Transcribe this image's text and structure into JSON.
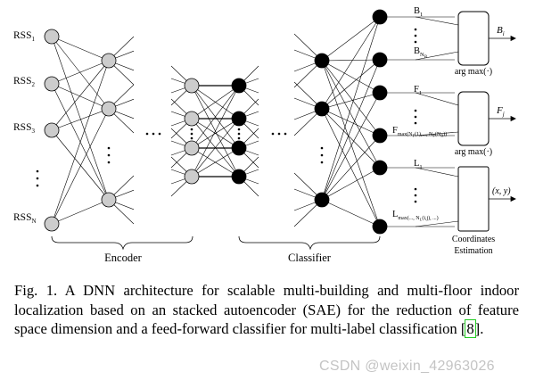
{
  "inputs": {
    "rss1": {
      "base": "RSS",
      "sub": "1"
    },
    "rss2": {
      "base": "RSS",
      "sub": "2"
    },
    "rss3": {
      "base": "RSS",
      "sub": "3"
    },
    "rssn": {
      "base": "RSS",
      "sub": "N"
    }
  },
  "groups": {
    "encoder": "Encoder",
    "classifier": "Classifier"
  },
  "outputs": {
    "b1": {
      "base": "B",
      "sub": "1"
    },
    "bnb": {
      "base": "B",
      "sub": "N",
      "subsub": "B"
    },
    "f1": {
      "base": "F",
      "sub": "1"
    },
    "fmax": {
      "base": "F",
      "sub": "max(N",
      "subsub": "F",
      "sub_tail": "(1),..., N",
      "subsub2": "F",
      "sub_tail2": "(N",
      "subsub3": "B",
      "sub_tail3": "))"
    },
    "l1": {
      "base": "L",
      "sub": "1"
    },
    "lmax": {
      "base": "L",
      "sub": "max(..., N",
      "subsub": "L",
      "sub_tail": "(i,j), ...)"
    }
  },
  "blocks": {
    "argmax1": "arg max(·)",
    "argmax2": "arg max(·)",
    "coord_line1": "Coordinates",
    "coord_line2": "Estimation"
  },
  "results": {
    "bi": {
      "base": "B",
      "sub": "i"
    },
    "fj": {
      "base": "F",
      "sub": "j"
    },
    "xy": "(x, y)"
  },
  "caption": {
    "text": "Fig. 1.   A DNN architecture for scalable multi-building and multi-floor indoor localization based on an stacked autoencoder (SAE) for the reduction of feature space dimension and a feed-forward classifier for multi-label classification [",
    "cite": "8",
    "end": "]."
  },
  "watermark": "CSDN @weixin_42963026",
  "colors": {
    "gray_node": "#cccccc",
    "black_node": "#000000",
    "cite_box": "#22cc22",
    "watermark": "#c4c4c4"
  }
}
